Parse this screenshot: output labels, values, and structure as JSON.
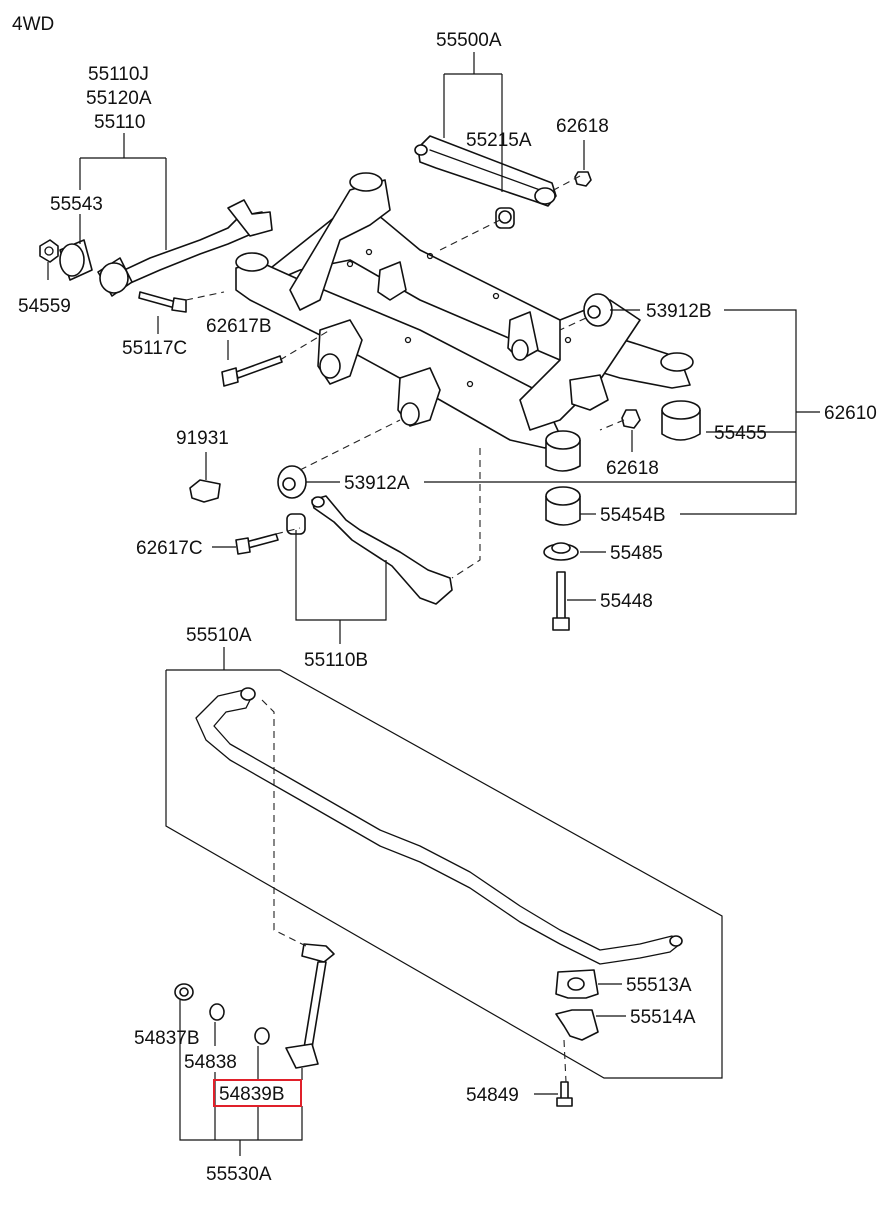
{
  "header": {
    "variant": "4WD"
  },
  "labels": {
    "p55500A": "55500A",
    "p55110J": "55110J",
    "p55120A": "55120A",
    "p55110": "55110",
    "p55215A": "55215A",
    "p62618_top": "62618",
    "p55543": "55543",
    "p54559": "54559",
    "p55117C": "55117C",
    "p62617B": "62617B",
    "p53912B": "53912B",
    "p62610": "62610",
    "p55455": "55455",
    "p62618_mid": "62618",
    "p91931": "91931",
    "p53912A": "53912A",
    "p55454B": "55454B",
    "p62617C": "62617C",
    "p55485": "55485",
    "p55448": "55448",
    "p55110B": "55110B",
    "p55510A": "55510A",
    "p55513A": "55513A",
    "p55514A": "55514A",
    "p54837B": "54837B",
    "p54838": "54838",
    "p54839B": "54839B",
    "p54849": "54849",
    "p55530A": "55530A"
  },
  "highlight": {
    "part": "54839B",
    "color": "#e0202a"
  }
}
